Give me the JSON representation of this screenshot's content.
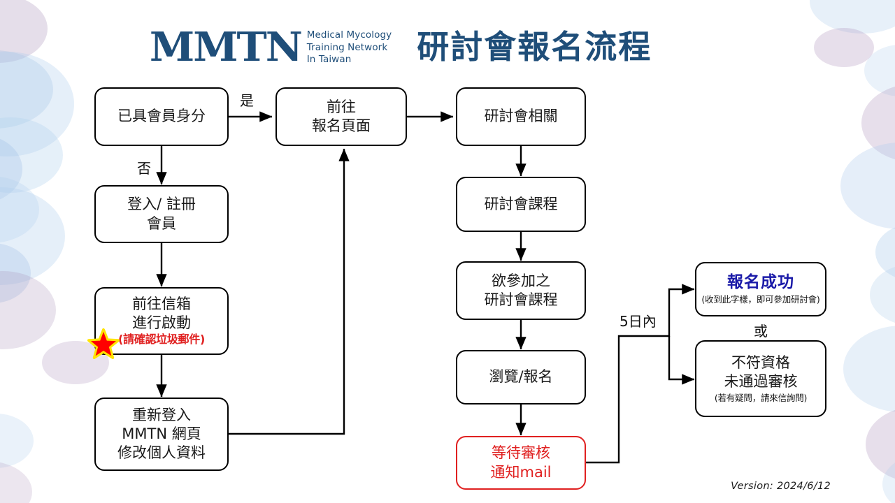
{
  "header": {
    "logo_mark": "MMTN",
    "logo_sub_line1": "Medical Mycology",
    "logo_sub_line2": "Training Network",
    "logo_sub_line3": "In Taiwan",
    "title": "研討會報名流程",
    "brand_color": "#1F4E79"
  },
  "flow": {
    "nodes": {
      "member_check": {
        "line1": "已具會員身分"
      },
      "login_register": {
        "line1": "登入/ 註冊",
        "line2": "會員"
      },
      "activate_mail": {
        "line1": "前往信箱",
        "line2": "進行啟動",
        "note": "(請確認垃圾郵件)"
      },
      "relogin_profile": {
        "line1": "重新登入",
        "line2": "MMTN 網頁",
        "line3": "修改個人資料"
      },
      "goto_signup": {
        "line1": "前往",
        "line2": "報名頁面"
      },
      "seminar_related": {
        "line1": "研討會相關"
      },
      "seminar_course": {
        "line1": "研討會課程"
      },
      "desired_course": {
        "line1": "欲參加之",
        "line2": "研討會課程"
      },
      "browse_signup": {
        "line1": "瀏覽/報名"
      },
      "wait_review": {
        "line1": "等待審核",
        "line2": "通知mail"
      },
      "success": {
        "title": "報名成功",
        "note": "(收到此字樣，即可參加研討會)"
      },
      "rejected": {
        "line1": "不符資格",
        "line2": "未通過審核",
        "note": "(若有疑問，請來信詢問)"
      }
    },
    "labels": {
      "yes": "是",
      "no": "否",
      "within_5_days": "5日內",
      "or": "或"
    }
  },
  "footer": {
    "version": "Version: 2024/6/12"
  },
  "colors": {
    "brand_blue": "#1F4E79",
    "alert_red": "#E02020",
    "success_blue": "#1A1AA8",
    "star_red": "#FF0000",
    "star_glow": "#FFE400"
  }
}
